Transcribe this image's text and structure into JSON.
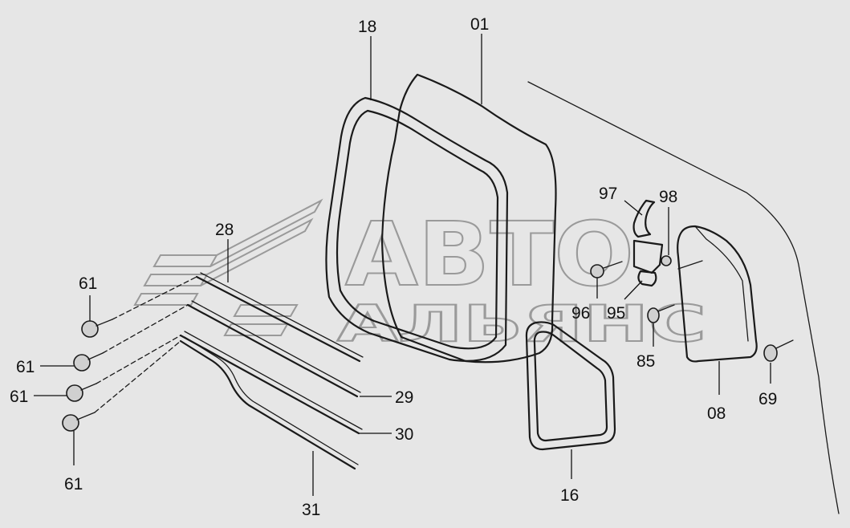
{
  "watermark": {
    "line1": "АВТО",
    "line2": "АЛЬЯНС"
  },
  "callouts": [
    {
      "id": "18",
      "text": "18"
    },
    {
      "id": "01",
      "text": "01"
    },
    {
      "id": "28",
      "text": "28"
    },
    {
      "id": "61a",
      "text": "61"
    },
    {
      "id": "61b",
      "text": "61"
    },
    {
      "id": "61c",
      "text": "61"
    },
    {
      "id": "61d",
      "text": "61"
    },
    {
      "id": "29",
      "text": "29"
    },
    {
      "id": "30",
      "text": "30"
    },
    {
      "id": "31",
      "text": "31"
    },
    {
      "id": "16",
      "text": "16"
    },
    {
      "id": "97",
      "text": "97"
    },
    {
      "id": "98",
      "text": "98"
    },
    {
      "id": "96",
      "text": "96"
    },
    {
      "id": "95",
      "text": "95"
    },
    {
      "id": "85",
      "text": "85"
    },
    {
      "id": "08",
      "text": "08"
    },
    {
      "id": "69",
      "text": "69"
    }
  ]
}
